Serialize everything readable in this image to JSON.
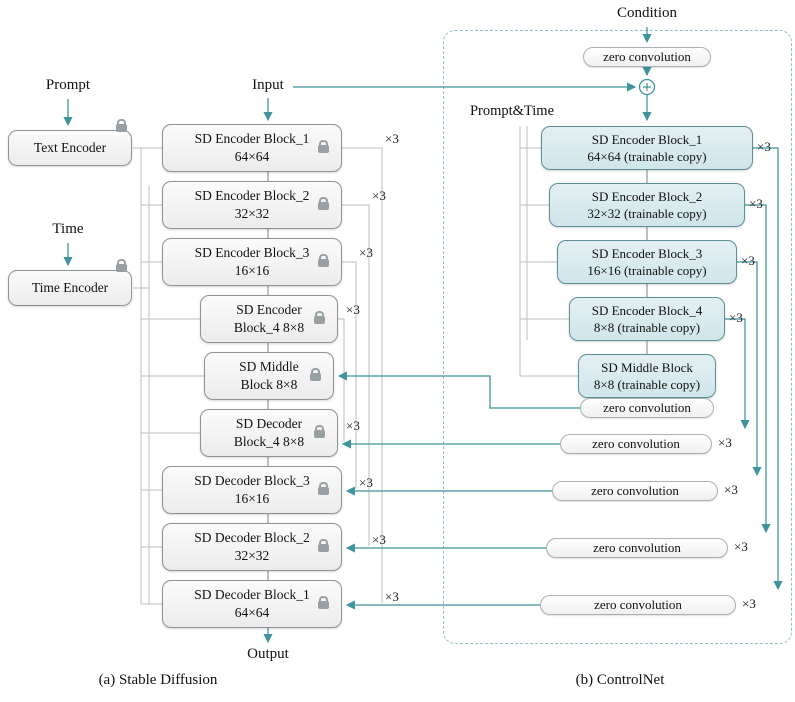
{
  "captions": {
    "a": "(a) Stable Diffusion",
    "b": "(b) ControlNet"
  },
  "labels": {
    "prompt": "Prompt",
    "time": "Time",
    "input": "Input",
    "output": "Output",
    "condition": "Condition",
    "prompt_time": "Prompt&Time",
    "x3": "×3"
  },
  "encoders": {
    "text": "Text Encoder",
    "time": "Time Encoder"
  },
  "zero_convolution": "zero convolution",
  "sd_blocks": [
    {
      "line1": "SD Encoder Block_1",
      "line2": "64×64"
    },
    {
      "line1": "SD Encoder Block_2",
      "line2": "32×32"
    },
    {
      "line1": "SD Encoder Block_3",
      "line2": "16×16"
    },
    {
      "line1": "SD Encoder",
      "line2": "Block_4 8×8"
    },
    {
      "line1": "SD Middle",
      "line2": "Block 8×8"
    },
    {
      "line1": "SD Decoder",
      "line2": "Block_4 8×8"
    },
    {
      "line1": "SD Decoder Block_3",
      "line2": "16×16"
    },
    {
      "line1": "SD Decoder Block_2",
      "line2": "32×32"
    },
    {
      "line1": "SD Decoder Block_1",
      "line2": "64×64"
    }
  ],
  "controlnet_blocks": [
    {
      "line1": "SD Encoder Block_1",
      "line2": "64×64 (trainable copy)"
    },
    {
      "line1": "SD Encoder Block_2",
      "line2": "32×32 (trainable copy)"
    },
    {
      "line1": "SD Encoder Block_3",
      "line2": "16×16 (trainable copy)"
    },
    {
      "line1": "SD Encoder Block_4",
      "line2": "8×8 (trainable copy)"
    },
    {
      "line1": "SD Middle Block",
      "line2": "8×8 (trainable copy)"
    }
  ],
  "colors": {
    "teal": "#3f949b",
    "trainable_fill": "#d7e9ed",
    "skip_gray": "#c9c9c9"
  }
}
